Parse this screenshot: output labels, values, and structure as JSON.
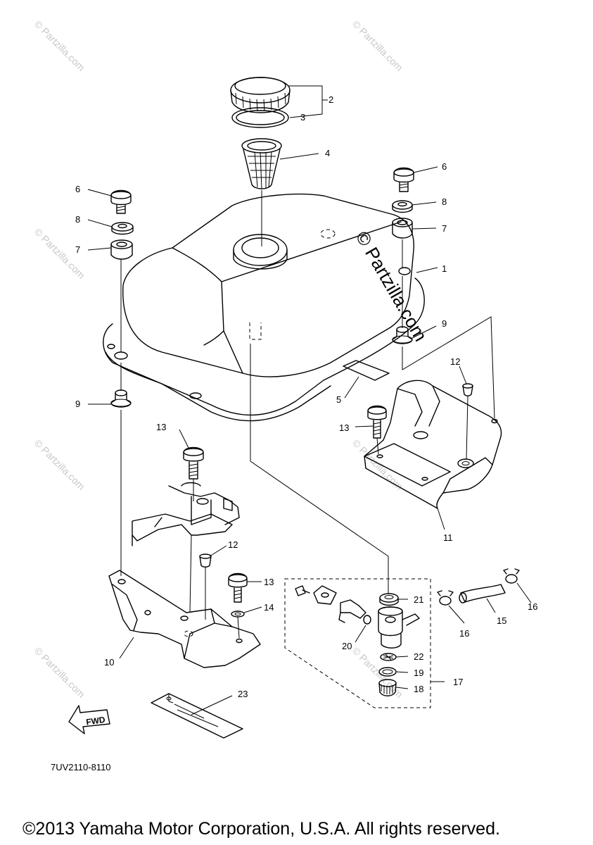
{
  "watermark": {
    "small_text": "© Partzilla.com",
    "large_text": "© Partzilla.com"
  },
  "callouts": [
    "1",
    "2",
    "3",
    "4",
    "5",
    "6",
    "6",
    "7",
    "7",
    "8",
    "8",
    "9",
    "9",
    "10",
    "11",
    "12",
    "12",
    "13",
    "13",
    "13",
    "14",
    "15",
    "16",
    "16",
    "17",
    "18",
    "19",
    "20",
    "21",
    "22",
    "23"
  ],
  "fwd_label": "FWD",
  "diagram_code": "7UV2110-8110",
  "copyright": "©2013 Yamaha Motor Corporation, U.S.A. All rights reserved."
}
